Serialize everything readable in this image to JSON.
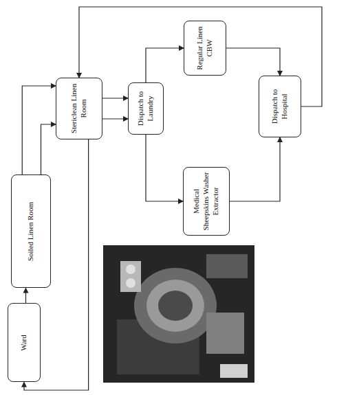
{
  "diagram": {
    "nodes": [
      {
        "text": [
          "Ward"
        ]
      },
      {
        "text": [
          "Soiled Linen Room"
        ]
      },
      {
        "text": [
          "Stericlean Linen Room"
        ]
      },
      {
        "text": [
          "Dispatch to Laundry"
        ]
      },
      {
        "text": [
          "Medical Sheepskins Washer Extractor"
        ]
      },
      {
        "text": [
          "Regular Linen CBW"
        ]
      },
      {
        "text": [
          "Dispatch to Hospital"
        ]
      }
    ],
    "edges": [
      {
        "from": 0,
        "to": 1,
        "arrow": "to"
      },
      {
        "from": 1,
        "to": 2,
        "arrow": "to"
      },
      {
        "from": 1,
        "to": 2,
        "arrow": "to"
      },
      {
        "from": 2,
        "to": 0,
        "arrow": "to"
      },
      {
        "from": 2,
        "to": 3,
        "arrow": "to"
      },
      {
        "from": 2,
        "to": 3,
        "arrow": "to"
      },
      {
        "from": 3,
        "to": 4,
        "arrow": "to"
      },
      {
        "from": 3,
        "to": 5,
        "arrow": "to"
      },
      {
        "from": 4,
        "to": 6,
        "arrow": "to"
      },
      {
        "from": 5,
        "to": 6,
        "arrow": "to"
      },
      {
        "from": 6,
        "to": 2,
        "arrow": "to"
      }
    ]
  }
}
